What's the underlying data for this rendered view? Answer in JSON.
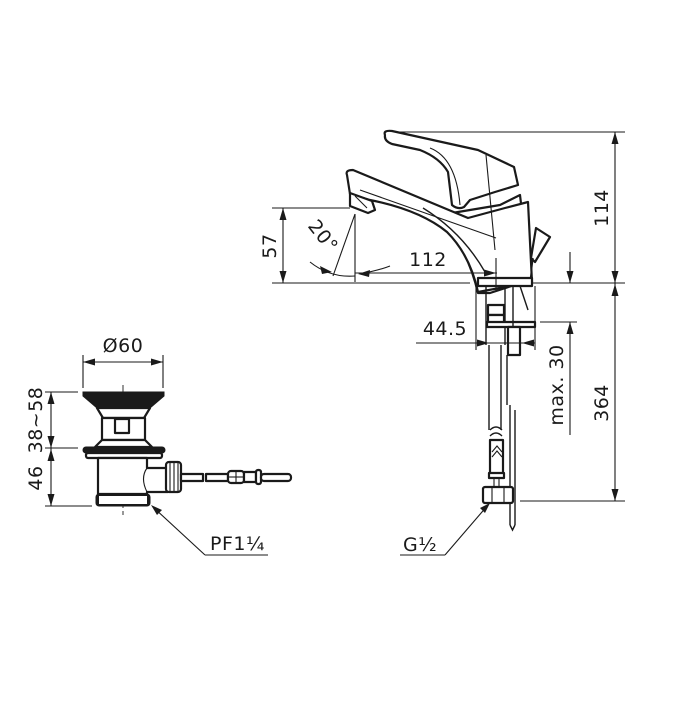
{
  "drawing": {
    "type": "technical dimension drawing",
    "subject": "single-lever basin mixer with pop-up waste",
    "line_color": "#1a1a1a",
    "background": "#ffffff",
    "faucet": {
      "dims": {
        "spout_height": "57",
        "spout_angle": "20°",
        "spout_reach": "112",
        "handle_height": "114",
        "shank_width": "44.5",
        "max_counter_thickness": "max. 30",
        "hose_length": "364",
        "connection_thread": "G½"
      }
    },
    "waste": {
      "dims": {
        "flange_diameter": "Ø60",
        "adjust_range": "38~58",
        "body_height": "46",
        "outlet_thread": "PF1¼"
      }
    }
  }
}
